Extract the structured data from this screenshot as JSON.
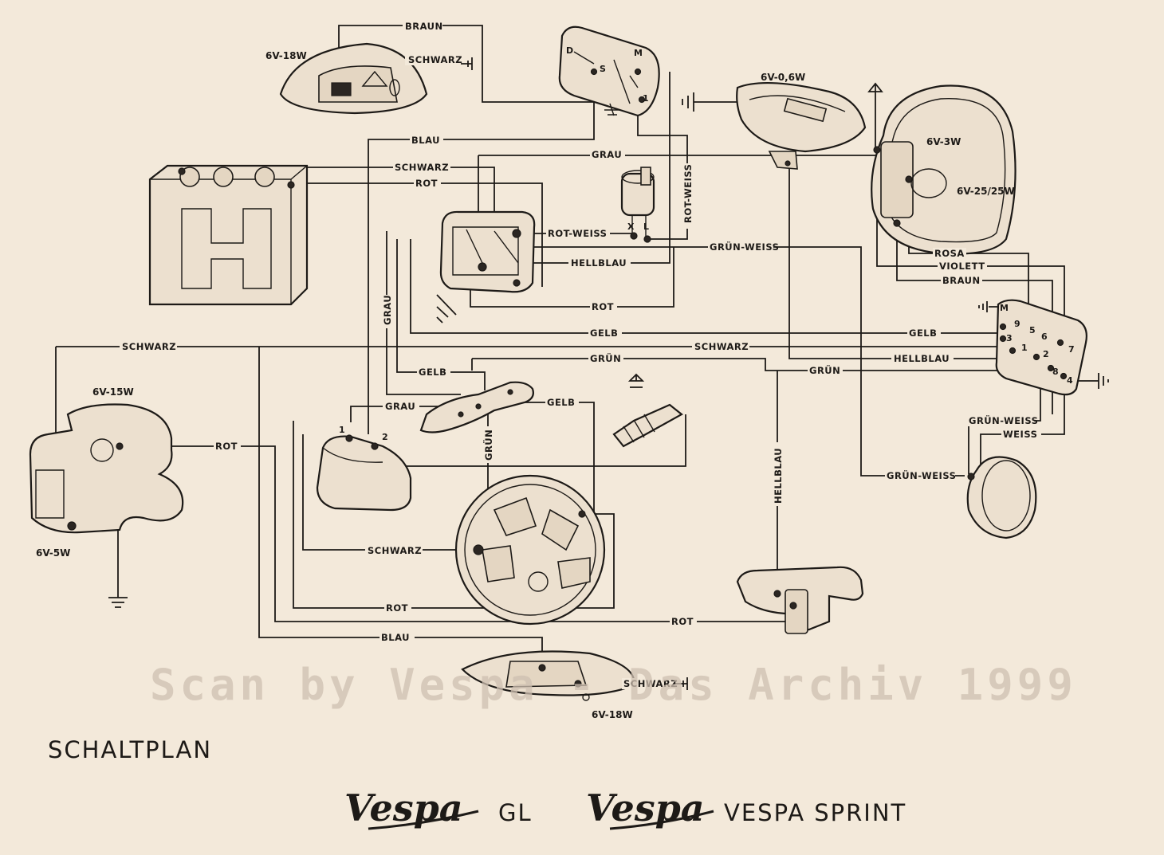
{
  "title": "SCHALTPLAN",
  "brand": {
    "logo": "Vespa",
    "model_gl": "GL",
    "model_sprint": "VESPA SPRINT"
  },
  "watermark": "Scan by Vespa - Das Archiv 1999",
  "components": {
    "tail_light_top": "6V-18W",
    "speedometer": "6V-0,6W",
    "headlamp_pilot": "6V-3W",
    "headlamp_main": "6V-25/25W",
    "side_lamp": "6V-15W",
    "side_lamp_small": "6V-5W",
    "tail_light_bottom": "6V-18W"
  },
  "terminals": {
    "switch_d": "D",
    "switch_s": "S",
    "switch_m": "M",
    "switch_1": "1",
    "relay_x": "X",
    "relay_l": "L",
    "coil_1": "1",
    "coil_2": "2",
    "junction_m": "M",
    "junction_9": "9",
    "junction_5": "5",
    "junction_6": "6",
    "junction_7": "7",
    "junction_3": "3",
    "junction_1": "1",
    "junction_2": "2",
    "junction_8": "8",
    "junction_4": "4"
  },
  "wires": {
    "braun_top": "BRAUN",
    "schwarz_tail": "SCHWARZ",
    "blau_top": "BLAU",
    "grau_top": "GRAU",
    "schwarz_bat": "SCHWARZ",
    "rot_bat": "ROT",
    "rot_weiss_h": "ROT-WEISS",
    "rot_weiss_v": "ROT-WEISS",
    "gruen_weiss_mid": "GRÜN-WEISS",
    "hellblau_mid": "HELLBLAU",
    "rot_mid": "ROT",
    "grau_v": "GRAU",
    "gelb_long_left": "GELB",
    "gelb_long_right": "GELB",
    "schwarz_long_left": "SCHWARZ",
    "schwarz_long_right": "SCHWARZ",
    "gruen_h": "GRÜN",
    "hellblau_right": "HELLBLAU",
    "gruen_right": "GRÜN",
    "gelb_small": "GELB",
    "grau_small": "GRAU",
    "gelb_coil": "GELB",
    "gruen_v": "GRÜN",
    "rot_side": "ROT",
    "rosa": "ROSA",
    "violett": "VIOLETT",
    "braun_right": "BRAUN",
    "gruen_weiss_horn": "GRÜN-WEISS",
    "weiss_horn": "WEISS",
    "gruen_weiss_low": "GRÜN-WEISS",
    "hellblau_v": "HELLBLAU",
    "schwarz_stator": "SCHWARZ",
    "rot_low": "ROT",
    "rot_switch": "ROT",
    "blau_low": "BLAU",
    "schwarz_tail_low": "SCHWARZ"
  }
}
